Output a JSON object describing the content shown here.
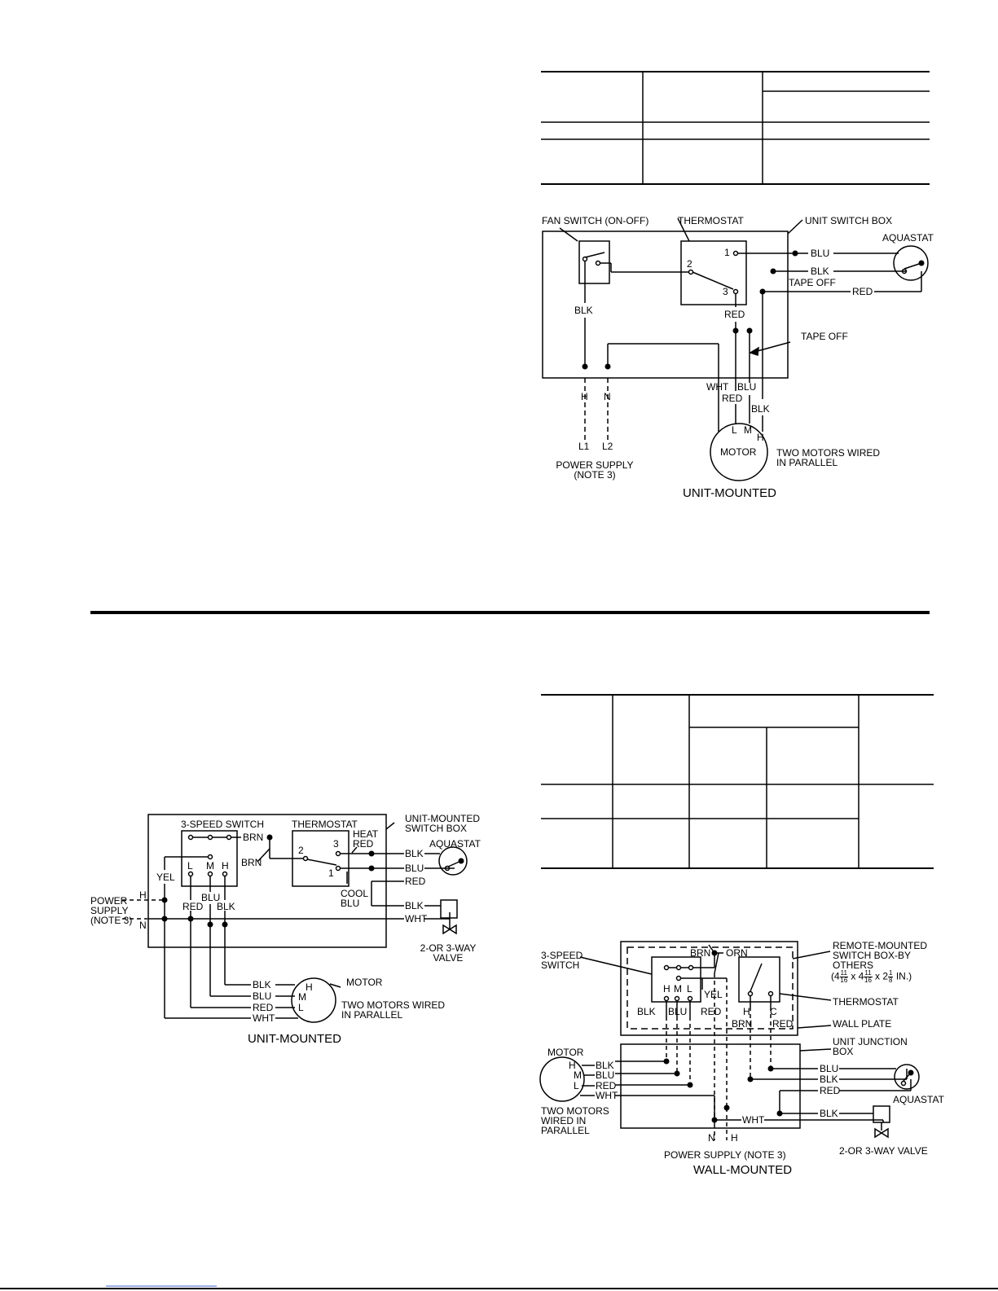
{
  "diagram1": {
    "fan_switch": "FAN SWITCH (ON-OFF)",
    "thermostat": "THERMOSTAT",
    "unit_switch_box": "UNIT SWITCH BOX",
    "aquastat": "AQUASTAT",
    "term_1": "1",
    "term_2": "2",
    "term_3": "3",
    "blu": "BLU",
    "blk_right": "BLK",
    "tape_off_1": "TAPE OFF",
    "red_right": "RED",
    "red_thermo": "RED",
    "tape_off_2": "TAPE OFF",
    "blk_left": "BLK",
    "h": "H",
    "n": "N",
    "l1": "L1",
    "l2": "L2",
    "power_supply": "POWER SUPPLY",
    "note3": "(NOTE 3)",
    "wht": "WHT",
    "blu_motor": "BLU",
    "red_motor": "RED",
    "blk_motor": "BLK",
    "motor_l": "L",
    "motor_m": "M",
    "motor_h": "H",
    "motor": "MOTOR",
    "two_motors_1": "TWO MOTORS WIRED",
    "two_motors_2": "IN PARALLEL",
    "caption": "UNIT-MOUNTED"
  },
  "diagram2": {
    "three_speed": "3-SPEED SWITCH",
    "thermostat": "THERMOSTAT",
    "unit_mounted_1": "UNIT-MOUNTED",
    "unit_mounted_2": "SWITCH BOX",
    "aquastat": "AQUASTAT",
    "heat": "HEAT",
    "red_heat": "RED",
    "brn_top": "BRN",
    "brn_left": "BRN",
    "term_2": "2",
    "term_3": "3",
    "term_1": "1",
    "blk_out": "BLK",
    "blu_out": "BLU",
    "red_out": "RED",
    "blk_valve": "BLK",
    "wht_out": "WHT",
    "cool": "COOL",
    "blu_cool": "BLU",
    "yel": "YEL",
    "sw_l": "L",
    "sw_m": "M",
    "sw_h": "H",
    "red_sw": "RED",
    "blu_sw": "BLU",
    "blk_sw": "BLK",
    "power_1": "POWER",
    "power_2": "SUPPLY",
    "power_3": "(NOTE 3)",
    "h": "H",
    "n": "N",
    "valve_1": "2-OR 3-WAY",
    "valve_2": "VALVE",
    "blk_m": "BLK",
    "blu_m": "BLU",
    "red_m": "RED",
    "wht_m": "WHT",
    "motor_h": "H",
    "motor_m": "M",
    "motor_l": "L",
    "motor": "MOTOR",
    "two_motors_1": "TWO MOTORS WIRED",
    "two_motors_2": "IN PARALLEL",
    "caption": "UNIT-MOUNTED"
  },
  "diagram3": {
    "three_speed_1": "3-SPEED",
    "three_speed_2": "SWITCH",
    "brn_top": "BRN",
    "orn": "ORN",
    "yel": "YEL",
    "sw_h": "H",
    "sw_m": "M",
    "sw_l": "L",
    "blk_sw": "BLK",
    "blu_sw": "BLU",
    "red_sw": "RED",
    "th_h": "H",
    "th_c": "C",
    "brn_th": "BRN",
    "red_th": "RED",
    "remote_1": "REMOTE-MOUNTED",
    "remote_2": "SWITCH BOX-BY",
    "remote_3": "OTHERS",
    "dim_a_whole": "(4",
    "dim_a_num": "11",
    "dim_a_den": "16",
    "dim_x1": "x 4",
    "dim_b_num": "11",
    "dim_b_den": "16",
    "dim_x2": "x 2",
    "dim_c_num": "1",
    "dim_c_den": "8",
    "dim_unit": "IN.)",
    "thermostat": "THERMOSTAT",
    "wall_plate": "WALL PLATE",
    "unit_junction_1": "UNIT JUNCTION",
    "unit_junction_2": "BOX",
    "motor": "MOTOR",
    "motor_h": "H",
    "motor_m": "M",
    "motor_l": "L",
    "blk_m": "BLK",
    "blu_m": "BLU",
    "red_m": "RED",
    "wht_m": "WHT",
    "two_motors_1": "TWO MOTORS",
    "two_motors_2": "WIRED IN",
    "two_motors_3": "PARALLEL",
    "blu_out": "BLU",
    "blk_out": "BLK",
    "red_out": "RED",
    "blk_valve": "BLK",
    "wht": "WHT",
    "aquastat": "AQUASTAT",
    "valve": "2-OR 3-WAY VALVE",
    "n": "N",
    "h": "H",
    "power_supply": "POWER SUPPLY (NOTE 3)",
    "caption": "WALL-MOUNTED"
  },
  "footer_link": ""
}
